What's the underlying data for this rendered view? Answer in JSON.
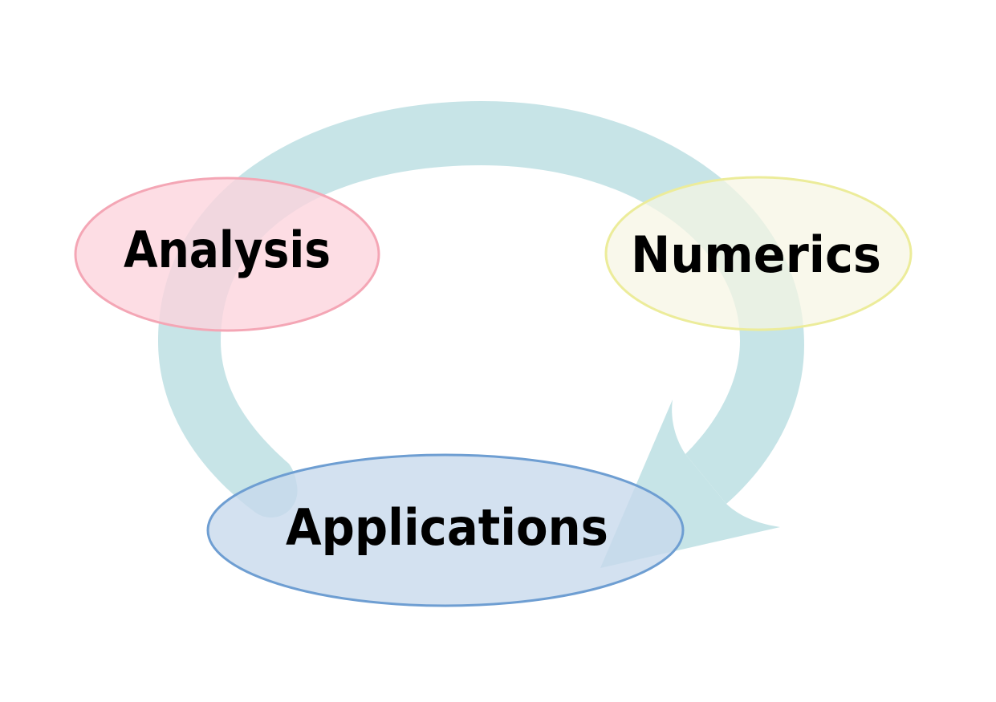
{
  "diagram": {
    "nodes": {
      "analysis": {
        "label": "Analysis"
      },
      "numerics": {
        "label": "Numerics"
      },
      "applications": {
        "label": "Applications"
      }
    }
  },
  "colors": {
    "background": "#ffffff",
    "cycle_arrow_fill": "#c4e3e6",
    "analysis_fill": "#fcd4dc",
    "analysis_stroke": "#f4a6b5",
    "numerics_fill": "#f6f5e3",
    "numerics_stroke": "#ecec9a",
    "applications_fill": "#c6d9ec",
    "applications_stroke": "#6e9ed2",
    "label_text": "#000000"
  }
}
